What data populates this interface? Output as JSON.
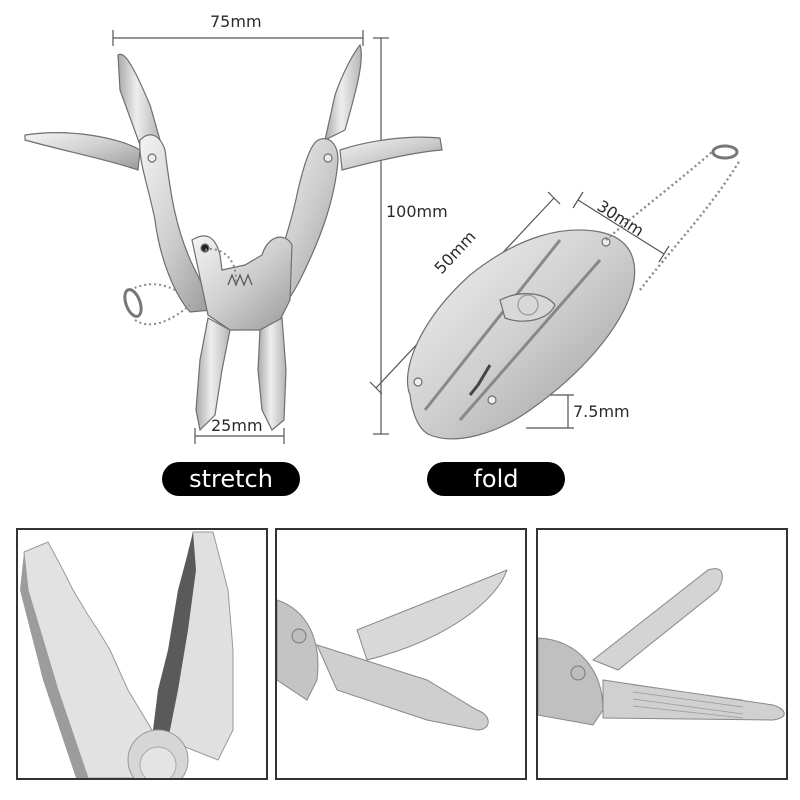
{
  "dimensions": {
    "width_open": "75mm",
    "height_open": "100mm",
    "jaw_width": "25mm",
    "length_folded": "50mm",
    "width_folded": "30mm",
    "thickness_folded": "7.5mm"
  },
  "labels": {
    "stretch": "stretch",
    "fold": "fold"
  },
  "panels": [
    {
      "subject": "plier-jaws-closeup"
    },
    {
      "subject": "knife-and-screwdriver-closeup"
    },
    {
      "subject": "knife-and-file-closeup"
    }
  ],
  "colors": {
    "steel_light": "#e6e6e6",
    "steel_mid": "#bdbdbd",
    "steel_dark": "#7a7a7a",
    "pill_bg": "#000000",
    "pill_text": "#ffffff",
    "dim_line": "#555555",
    "panel_border": "#333333"
  }
}
